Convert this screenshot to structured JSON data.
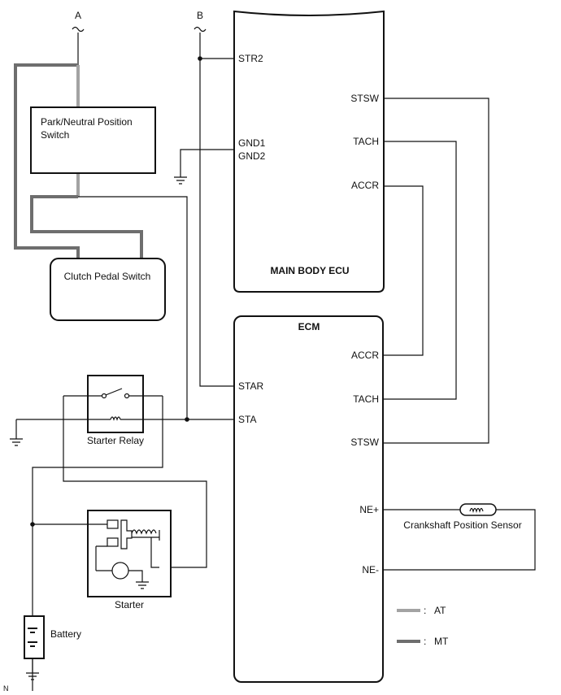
{
  "connectors": {
    "a": "A",
    "b": "B"
  },
  "components": {
    "pnp_switch_line1": "Park/Neutral Position",
    "pnp_switch_line2": "Switch",
    "clutch_switch": "Clutch Pedal Switch",
    "main_body_ecu": "MAIN BODY ECU",
    "ecm": "ECM",
    "starter_relay": "Starter Relay",
    "starter": "Starter",
    "battery": "Battery",
    "crankshaft_sensor": "Crankshaft Position Sensor"
  },
  "main_body_ecu_pins": {
    "str2": "STR2",
    "gnd1": "GND1",
    "gnd2": "GND2",
    "stsw": "STSW",
    "tach": "TACH",
    "accr": "ACCR"
  },
  "ecm_pins": {
    "accr": "ACCR",
    "tach": "TACH",
    "stsw": "STSW",
    "star": "STAR",
    "sta": "STA",
    "ne_plus": "NE+",
    "ne_minus": "NE-"
  },
  "legend": [
    {
      "marker": ":",
      "label": "AT",
      "color": "#a3a3a3"
    },
    {
      "marker": ":",
      "label": "MT",
      "color": "#6e6e6e"
    }
  ],
  "corner_mark": "N"
}
